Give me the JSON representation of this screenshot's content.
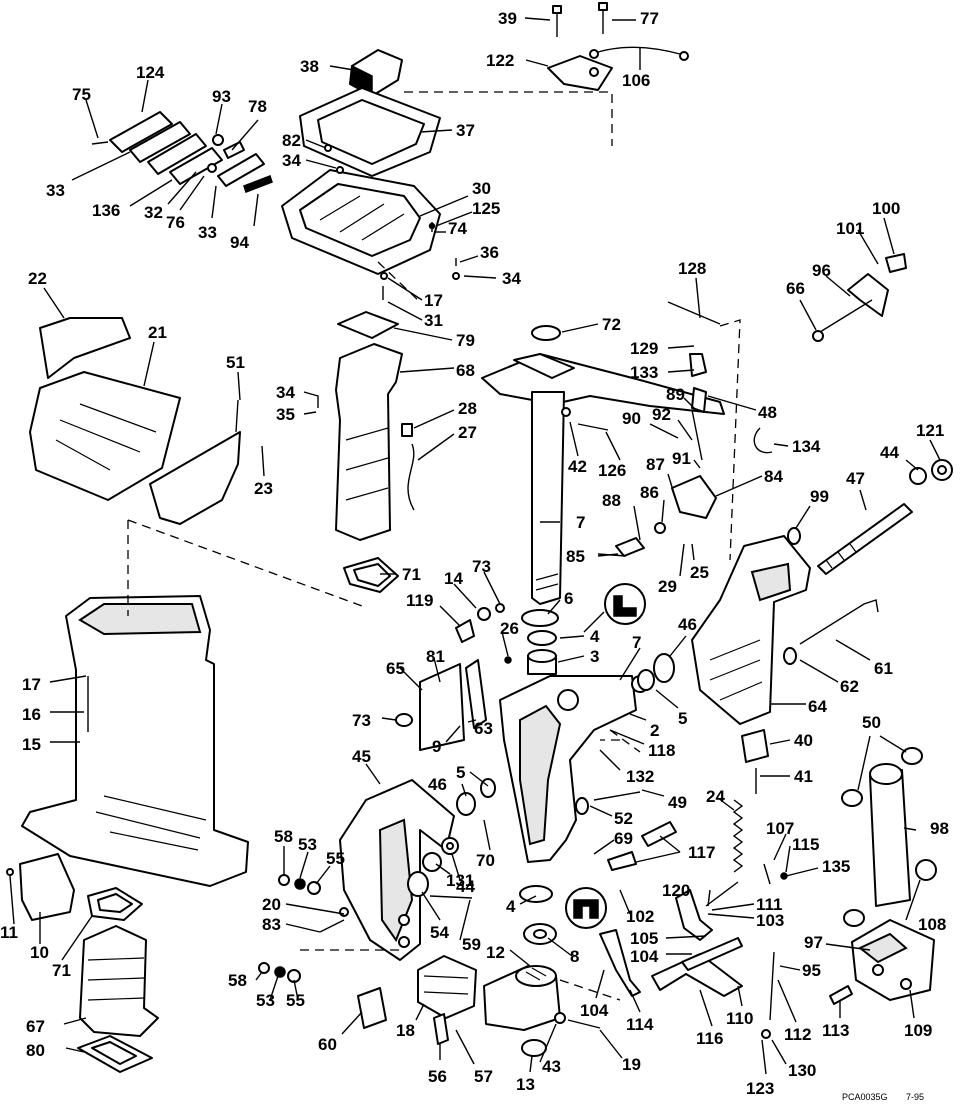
{
  "diagram": {
    "code": "PCA0035G",
    "date": "7-95",
    "callouts": [
      {
        "id": "c39",
        "label": "39"
      },
      {
        "id": "c77",
        "label": "77"
      },
      {
        "id": "c122",
        "label": "122"
      },
      {
        "id": "c106",
        "label": "106"
      },
      {
        "id": "c124",
        "label": "124"
      },
      {
        "id": "c75",
        "label": "75"
      },
      {
        "id": "c93",
        "label": "93"
      },
      {
        "id": "c78",
        "label": "78"
      },
      {
        "id": "c38",
        "label": "38"
      },
      {
        "id": "c37",
        "label": "37"
      },
      {
        "id": "c82",
        "label": "82"
      },
      {
        "id": "c34a",
        "label": "34"
      },
      {
        "id": "c33a",
        "label": "33"
      },
      {
        "id": "c136",
        "label": "136"
      },
      {
        "id": "c32",
        "label": "32"
      },
      {
        "id": "c76",
        "label": "76"
      },
      {
        "id": "c33b",
        "label": "33"
      },
      {
        "id": "c94",
        "label": "94"
      },
      {
        "id": "c30",
        "label": "30"
      },
      {
        "id": "c125",
        "label": "125"
      },
      {
        "id": "c74",
        "label": "74"
      },
      {
        "id": "c36",
        "label": "36"
      },
      {
        "id": "c34b",
        "label": "34"
      },
      {
        "id": "c17a",
        "label": "17"
      },
      {
        "id": "c31",
        "label": "31"
      },
      {
        "id": "c22",
        "label": "22"
      },
      {
        "id": "c21",
        "label": "21"
      },
      {
        "id": "c51",
        "label": "51"
      },
      {
        "id": "c79",
        "label": "79"
      },
      {
        "id": "c68",
        "label": "68"
      },
      {
        "id": "c34c",
        "label": "34"
      },
      {
        "id": "c35",
        "label": "35"
      },
      {
        "id": "c28",
        "label": "28"
      },
      {
        "id": "c27",
        "label": "27"
      },
      {
        "id": "c23",
        "label": "23"
      },
      {
        "id": "c72",
        "label": "72"
      },
      {
        "id": "c128",
        "label": "128"
      },
      {
        "id": "c129",
        "label": "129"
      },
      {
        "id": "c133",
        "label": "133"
      },
      {
        "id": "c89",
        "label": "89"
      },
      {
        "id": "c48",
        "label": "48"
      },
      {
        "id": "c90",
        "label": "90"
      },
      {
        "id": "c92",
        "label": "92"
      },
      {
        "id": "c42",
        "label": "42"
      },
      {
        "id": "c126",
        "label": "126"
      },
      {
        "id": "c91",
        "label": "91"
      },
      {
        "id": "c134",
        "label": "134"
      },
      {
        "id": "c87",
        "label": "87"
      },
      {
        "id": "c84",
        "label": "84"
      },
      {
        "id": "c86",
        "label": "86"
      },
      {
        "id": "c88",
        "label": "88"
      },
      {
        "id": "c7a",
        "label": "7"
      },
      {
        "id": "c85",
        "label": "85"
      },
      {
        "id": "c29",
        "label": "29"
      },
      {
        "id": "c25",
        "label": "25"
      },
      {
        "id": "c100",
        "label": "100"
      },
      {
        "id": "c101",
        "label": "101"
      },
      {
        "id": "c96",
        "label": "96"
      },
      {
        "id": "c66",
        "label": "66"
      },
      {
        "id": "c121",
        "label": "121"
      },
      {
        "id": "c44a",
        "label": "44"
      },
      {
        "id": "c47",
        "label": "47"
      },
      {
        "id": "c99",
        "label": "99"
      },
      {
        "id": "c71a",
        "label": "71"
      },
      {
        "id": "c73a",
        "label": "73"
      },
      {
        "id": "c14",
        "label": "14"
      },
      {
        "id": "c119",
        "label": "119"
      },
      {
        "id": "c6",
        "label": "6"
      },
      {
        "id": "c4a",
        "label": "4"
      },
      {
        "id": "c3",
        "label": "3"
      },
      {
        "id": "c26",
        "label": "26"
      },
      {
        "id": "c46a",
        "label": "46"
      },
      {
        "id": "c7b",
        "label": "7"
      },
      {
        "id": "c81",
        "label": "81"
      },
      {
        "id": "c65",
        "label": "65"
      },
      {
        "id": "c5a",
        "label": "5"
      },
      {
        "id": "c2",
        "label": "2"
      },
      {
        "id": "c63",
        "label": "63"
      },
      {
        "id": "c73b",
        "label": "73"
      },
      {
        "id": "c9",
        "label": "9"
      },
      {
        "id": "c118",
        "label": "118"
      },
      {
        "id": "c61",
        "label": "61"
      },
      {
        "id": "c62",
        "label": "62"
      },
      {
        "id": "c64",
        "label": "64"
      },
      {
        "id": "c17b",
        "label": "17"
      },
      {
        "id": "c16",
        "label": "16"
      },
      {
        "id": "c15",
        "label": "15"
      },
      {
        "id": "c45",
        "label": "45"
      },
      {
        "id": "c5b",
        "label": "5"
      },
      {
        "id": "c132",
        "label": "132"
      },
      {
        "id": "c40",
        "label": "40"
      },
      {
        "id": "c41",
        "label": "41"
      },
      {
        "id": "c50",
        "label": "50"
      },
      {
        "id": "c24",
        "label": "24"
      },
      {
        "id": "c49",
        "label": "49"
      },
      {
        "id": "c46b",
        "label": "46"
      },
      {
        "id": "c52",
        "label": "52"
      },
      {
        "id": "c69",
        "label": "69"
      },
      {
        "id": "c70",
        "label": "70"
      },
      {
        "id": "c107",
        "label": "107"
      },
      {
        "id": "c98",
        "label": "98"
      },
      {
        "id": "c115",
        "label": "115"
      },
      {
        "id": "c117",
        "label": "117"
      },
      {
        "id": "c58a",
        "label": "58"
      },
      {
        "id": "c53a",
        "label": "53"
      },
      {
        "id": "c55a",
        "label": "55"
      },
      {
        "id": "c131",
        "label": "131"
      },
      {
        "id": "c44b",
        "label": "44"
      },
      {
        "id": "c135",
        "label": "135"
      },
      {
        "id": "c120",
        "label": "120"
      },
      {
        "id": "c111",
        "label": "111"
      },
      {
        "id": "c103",
        "label": "103"
      },
      {
        "id": "c20",
        "label": "20"
      },
      {
        "id": "c83",
        "label": "83"
      },
      {
        "id": "c54",
        "label": "54"
      },
      {
        "id": "c4b",
        "label": "4"
      },
      {
        "id": "c102",
        "label": "102"
      },
      {
        "id": "c108",
        "label": "108"
      },
      {
        "id": "c11",
        "label": "11"
      },
      {
        "id": "c10",
        "label": "10"
      },
      {
        "id": "c71b",
        "label": "71"
      },
      {
        "id": "c59",
        "label": "59"
      },
      {
        "id": "c12",
        "label": "12"
      },
      {
        "id": "c105",
        "label": "105"
      },
      {
        "id": "c104a",
        "label": "104"
      },
      {
        "id": "c8",
        "label": "8"
      },
      {
        "id": "c97",
        "label": "97"
      },
      {
        "id": "c95",
        "label": "95"
      },
      {
        "id": "c58b",
        "label": "58"
      },
      {
        "id": "c53b",
        "label": "53"
      },
      {
        "id": "c55b",
        "label": "55"
      },
      {
        "id": "c60",
        "label": "60"
      },
      {
        "id": "c18",
        "label": "18"
      },
      {
        "id": "c104b",
        "label": "104"
      },
      {
        "id": "c114",
        "label": "114"
      },
      {
        "id": "c116",
        "label": "116"
      },
      {
        "id": "c110",
        "label": "110"
      },
      {
        "id": "c112",
        "label": "112"
      },
      {
        "id": "c113",
        "label": "113"
      },
      {
        "id": "c109",
        "label": "109"
      },
      {
        "id": "c67",
        "label": "67"
      },
      {
        "id": "c80",
        "label": "80"
      },
      {
        "id": "c56",
        "label": "56"
      },
      {
        "id": "c57",
        "label": "57"
      },
      {
        "id": "c43",
        "label": "43"
      },
      {
        "id": "c19",
        "label": "19"
      },
      {
        "id": "c13",
        "label": "13"
      },
      {
        "id": "c130",
        "label": "130"
      },
      {
        "id": "c123",
        "label": "123"
      }
    ]
  }
}
